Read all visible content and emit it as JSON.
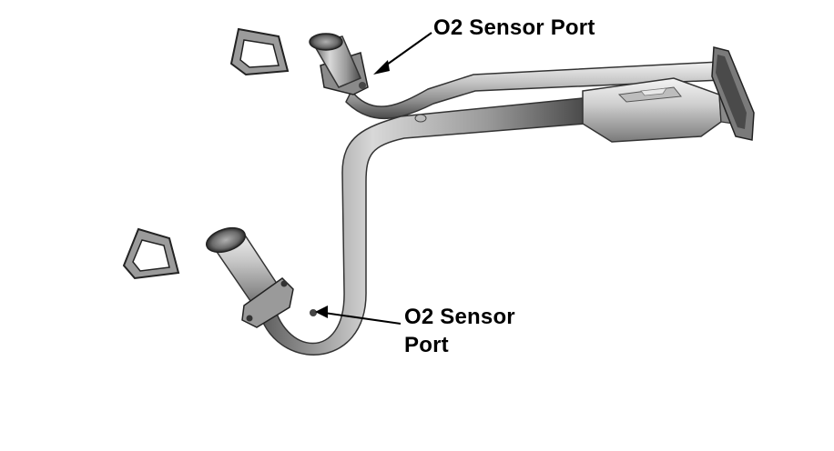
{
  "labels": {
    "top_port": "O2 Sensor Port",
    "bottom_port_line1": "O2 Sensor",
    "bottom_port_line2": "Port"
  },
  "illustration": {
    "subject": "exhaust-y-pipe-with-catalytic-converter",
    "parts": [
      "gasket",
      "gasket",
      "upper-pipe",
      "lower-pipe",
      "catalytic-converter",
      "rear-flange"
    ]
  },
  "colors": {
    "background": "#ffffff",
    "text": "#000000",
    "metal_light": "#e4e4e4",
    "metal_mid": "#a8a8a8",
    "metal_dark": "#4a4a4a"
  }
}
